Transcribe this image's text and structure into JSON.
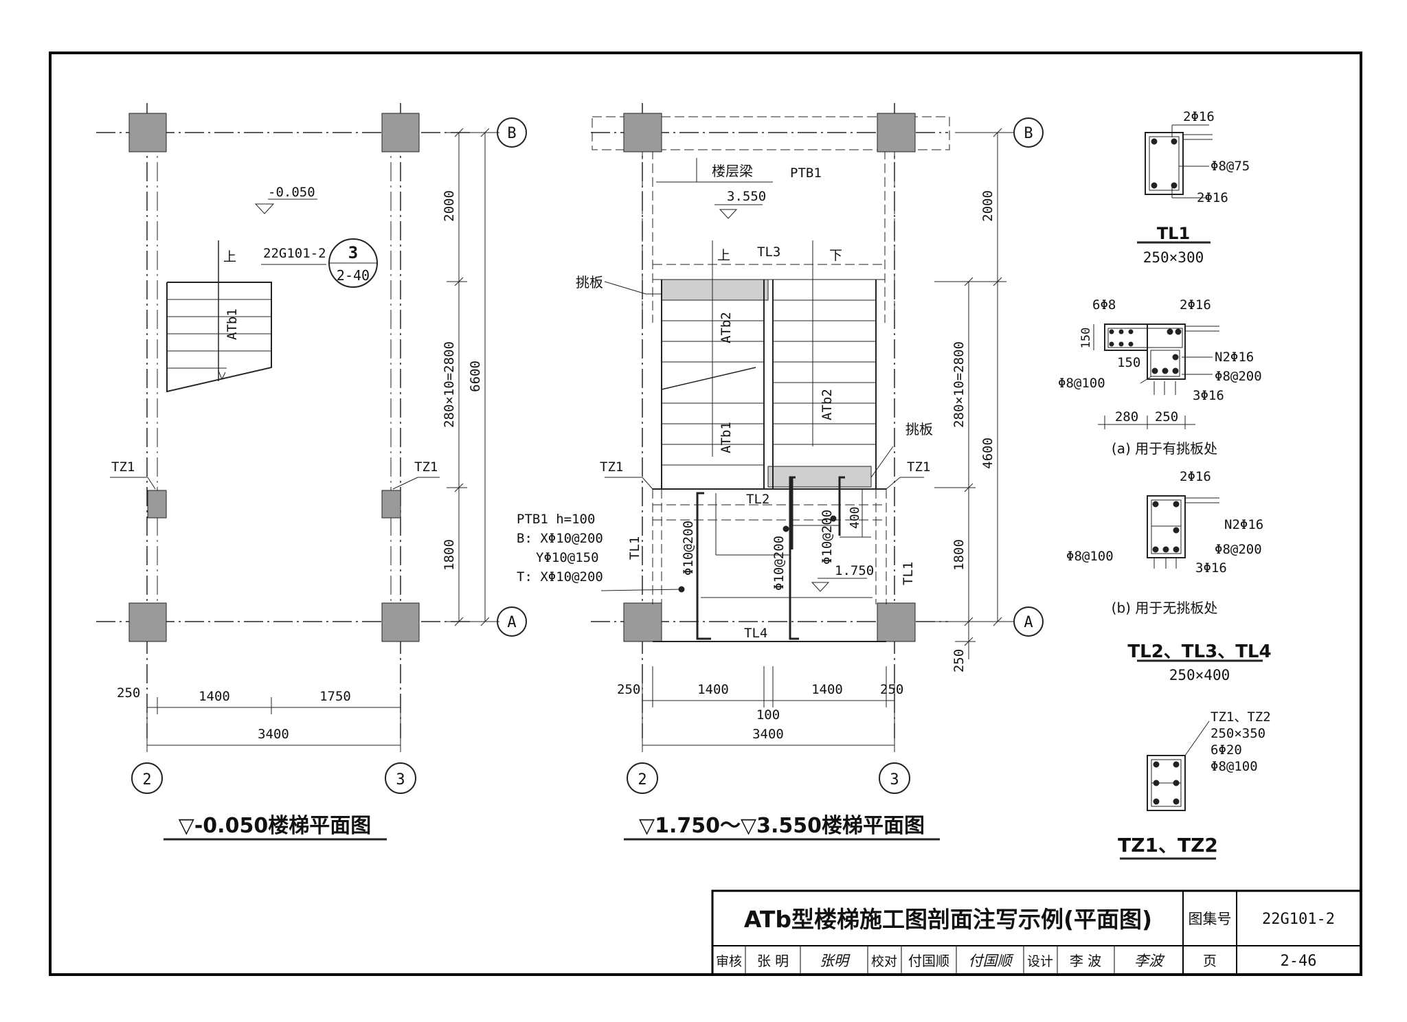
{
  "plan1": {
    "title": "▽-0.050楼梯平面图",
    "level": "-0.050",
    "up_label": "上",
    "ref_sheet": "22G101-2",
    "ref_detail": "3",
    "ref_page": "2-40",
    "flight": "ATb1",
    "tz_left": "TZ1",
    "tz_right": "TZ1",
    "dims_vertical": [
      "2000",
      "280×10=2800",
      "1800",
      "6600"
    ],
    "dims_horizontal": [
      "250",
      "1400",
      "1750",
      "3400"
    ],
    "axes": [
      "B",
      "A",
      "2",
      "3"
    ]
  },
  "plan2": {
    "title": "▽1.750～▽3.550楼梯平面图",
    "floor_beam": "楼层梁",
    "ptb_top": "PTB1",
    "level_top": "3.550",
    "up_label": "上",
    "down_label": "下",
    "tl3": "TL3",
    "tiaoban_left": "挑板",
    "tiaoban_right": "挑板",
    "atb2_a": "ATb2",
    "atb2_b": "ATb2",
    "atb1": "ATb1",
    "tz_left": "TZ1",
    "tz_right": "TZ1",
    "tl2": "TL2",
    "tl4": "TL4",
    "tl1_left": "TL1",
    "tl1_right": "TL1",
    "level_mid": "1.750",
    "ptb_spec": [
      "PTB1 h=100",
      "B: XΦ10@200",
      "YΦ10@150",
      "T: XΦ10@200"
    ],
    "rebar_a": "Φ10@200",
    "rebar_b": "Φ10@200",
    "rebar_c": "Φ10@200",
    "dim_400": "400",
    "dims_vertical": [
      "2000",
      "280×10=2800",
      "4600",
      "1800",
      "250"
    ],
    "dims_horizontal": [
      "250",
      "1400",
      "1400",
      "250",
      "100",
      "3400"
    ],
    "axes": [
      "B",
      "A",
      "2",
      "3"
    ]
  },
  "sections": {
    "tl1": {
      "top": "2Φ16",
      "stirrup": "Φ8@75",
      "bottom": "2Φ16",
      "name": "TL1",
      "size": "250×300"
    },
    "a": {
      "top_left": "6Φ8",
      "top_right": "2Φ16",
      "h150": "150",
      "w150": "150",
      "n2": "N2Φ16",
      "stirrup_r": "Φ8@200",
      "stirrup_l": "Φ8@100",
      "bottom": "3Φ16",
      "w280": "280",
      "w250": "250",
      "caption": "(a) 用于有挑板处"
    },
    "b": {
      "top": "2Φ16",
      "n2": "N2Φ16",
      "stirrup_l": "Φ8@100",
      "stirrup_r": "Φ8@200",
      "bottom": "3Φ16",
      "caption": "(b) 用于无挑板处"
    },
    "tl234": {
      "name": "TL2、TL3、TL4",
      "size": "250×400"
    },
    "tz": {
      "lines": [
        "TZ1、TZ2",
        "250×350",
        "6Φ20",
        "Φ8@100"
      ],
      "name": "TZ1、TZ2"
    }
  },
  "titleblock": {
    "title": "ATb型楼梯施工图剖面注写示例(平面图)",
    "atlas_label": "图集号",
    "atlas_no": "22G101-2",
    "page_label": "页",
    "page_no": "2-46",
    "review_label": "审核",
    "reviewer": "张 明",
    "reviewer_sign": "张明",
    "check_label": "校对",
    "checker": "付国顺",
    "checker_sign": "付国顺",
    "design_label": "设计",
    "designer": "李 波",
    "designer_sign": "李波"
  }
}
